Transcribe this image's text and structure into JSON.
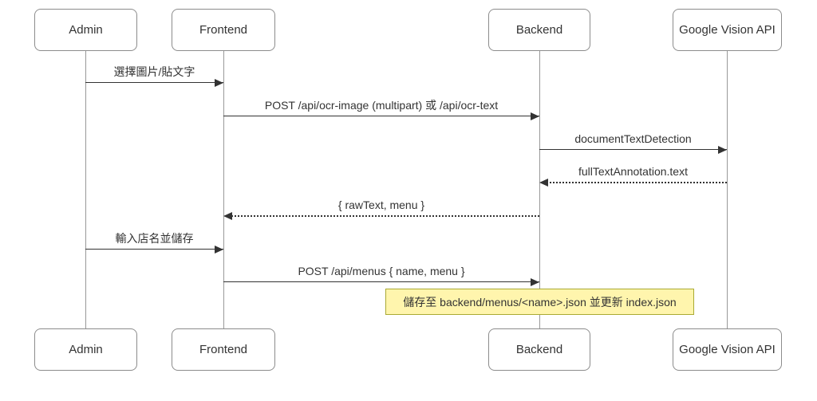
{
  "diagram": {
    "type": "sequence-diagram",
    "actors": [
      {
        "label": "Admin"
      },
      {
        "label": "Frontend"
      },
      {
        "label": "Backend"
      },
      {
        "label": "Google Vision API"
      }
    ],
    "messages": [
      {
        "from": "Admin",
        "to": "Frontend",
        "label": "選擇圖片/貼文字",
        "line": "solid"
      },
      {
        "from": "Frontend",
        "to": "Backend",
        "label": "POST /api/ocr-image (multipart) 或 /api/ocr-text",
        "line": "solid"
      },
      {
        "from": "Backend",
        "to": "Google Vision API",
        "label": "documentTextDetection",
        "line": "solid"
      },
      {
        "from": "Google Vision API",
        "to": "Backend",
        "label": "fullTextAnnotation.text",
        "line": "dotted"
      },
      {
        "from": "Backend",
        "to": "Frontend",
        "label": "{ rawText, menu }",
        "line": "dotted"
      },
      {
        "from": "Admin",
        "to": "Frontend",
        "label": "輸入店名並儲存",
        "line": "solid"
      },
      {
        "from": "Frontend",
        "to": "Backend",
        "label": "POST /api/menus { name, menu }",
        "line": "solid"
      }
    ],
    "note": {
      "over": "Backend",
      "label": "儲存至 backend/menus/<name>.json 並更新 index.json"
    },
    "colors": {
      "background": "#ffffff",
      "text": "#333333",
      "actor_fill": "#ffffff",
      "actor_border": "#8c8c8c",
      "lifeline": "#999999",
      "message_line": "#333333",
      "note_fill": "#fff5ad",
      "note_border": "#aaaa33"
    }
  }
}
